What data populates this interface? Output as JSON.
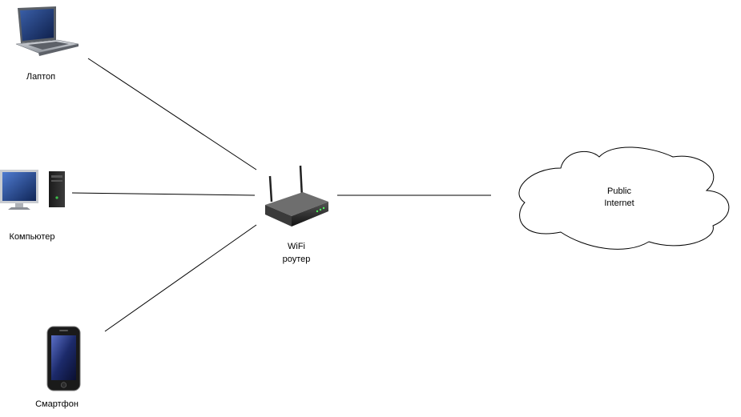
{
  "nodes": {
    "laptop": {
      "label": "Лаптоп",
      "icon": "laptop-icon"
    },
    "computer": {
      "label": "Компьютер",
      "icon": "desktop-computer-icon"
    },
    "phone": {
      "label": "Смартфон",
      "icon": "smartphone-icon"
    },
    "router": {
      "label_line1": "WiFi",
      "label_line2": "роутер",
      "icon": "wifi-router-icon"
    },
    "internet": {
      "label_line1": "Public",
      "label_line2": "Internet",
      "icon": "cloud-icon"
    }
  },
  "connections": [
    {
      "from": "laptop",
      "to": "router"
    },
    {
      "from": "computer",
      "to": "router"
    },
    {
      "from": "phone",
      "to": "router"
    },
    {
      "from": "router",
      "to": "internet"
    }
  ]
}
